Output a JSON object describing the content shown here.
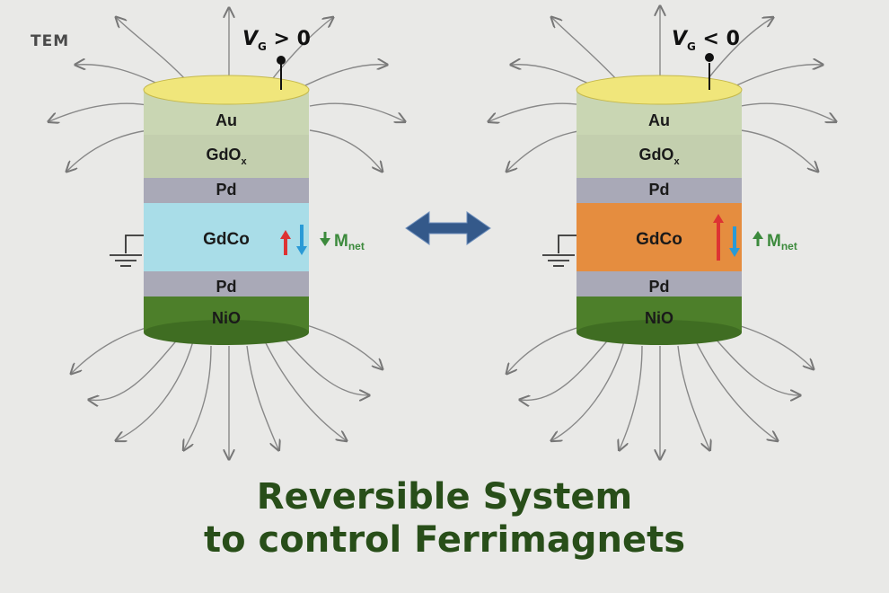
{
  "logo": "TEM",
  "left_device": {
    "voltage": {
      "symbol": "V",
      "sub": "G",
      "relation": " > 0"
    },
    "layers": {
      "au": "Au",
      "gdox": "GdO",
      "gdox_sub": "x",
      "pd_top": "Pd",
      "gdco": "GdCo",
      "pd_bottom": "Pd",
      "nio": "NiO"
    },
    "mnet": {
      "symbol": "M",
      "sub": "net",
      "arrow": "down"
    },
    "gdco_color": "#a9dde8"
  },
  "right_device": {
    "voltage": {
      "symbol": "V",
      "sub": "G",
      "relation": " < 0"
    },
    "layers": {
      "au": "Au",
      "gdox": "GdO",
      "gdox_sub": "x",
      "pd_top": "Pd",
      "gdco": "GdCo",
      "pd_bottom": "Pd",
      "nio": "NiO"
    },
    "mnet": {
      "symbol": "M",
      "sub": "net",
      "arrow": "up"
    },
    "gdco_color": "#e58d3f"
  },
  "caption": {
    "line1": "Reversible System",
    "line2": "to control Ferrimagnets"
  },
  "colors": {
    "caption": "#284e19",
    "nio": "#4d7f2a",
    "pd": "#a9a9b7",
    "gdox": "#c3cfae",
    "au_top": "#f0e67b",
    "double_arrow": "#34598a"
  }
}
